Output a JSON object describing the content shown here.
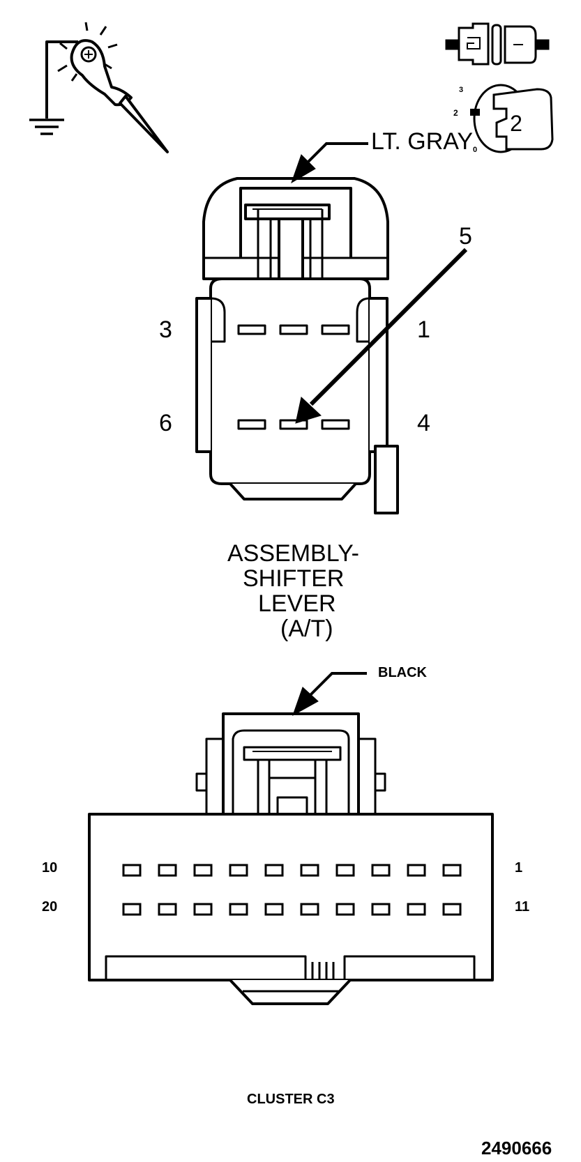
{
  "top_connector": {
    "color_label": "LT. GRAY",
    "callout_pin": "5",
    "pin_labels": {
      "top_left": "3",
      "top_right": "1",
      "bottom_left": "6",
      "bottom_right": "4"
    },
    "title_lines": [
      "ASSEMBLY-",
      "SHIFTER",
      "LEVER",
      "(A/T)"
    ]
  },
  "bottom_connector": {
    "color_label": "BLACK",
    "pin_labels": {
      "top_left": "10",
      "top_right": "1",
      "bottom_left": "20",
      "bottom_right": "11"
    },
    "title": "CLUSTER C3"
  },
  "ignition_key": {
    "positions": [
      "3",
      "2",
      "0"
    ],
    "key_number": "2"
  },
  "figure_number": "2490666",
  "colors": {
    "line": "#000000",
    "background": "#ffffff"
  },
  "icons": [
    "test-light-probe-icon",
    "ground-symbol-icon",
    "disconnected-connector-icon",
    "ignition-key-icon"
  ]
}
